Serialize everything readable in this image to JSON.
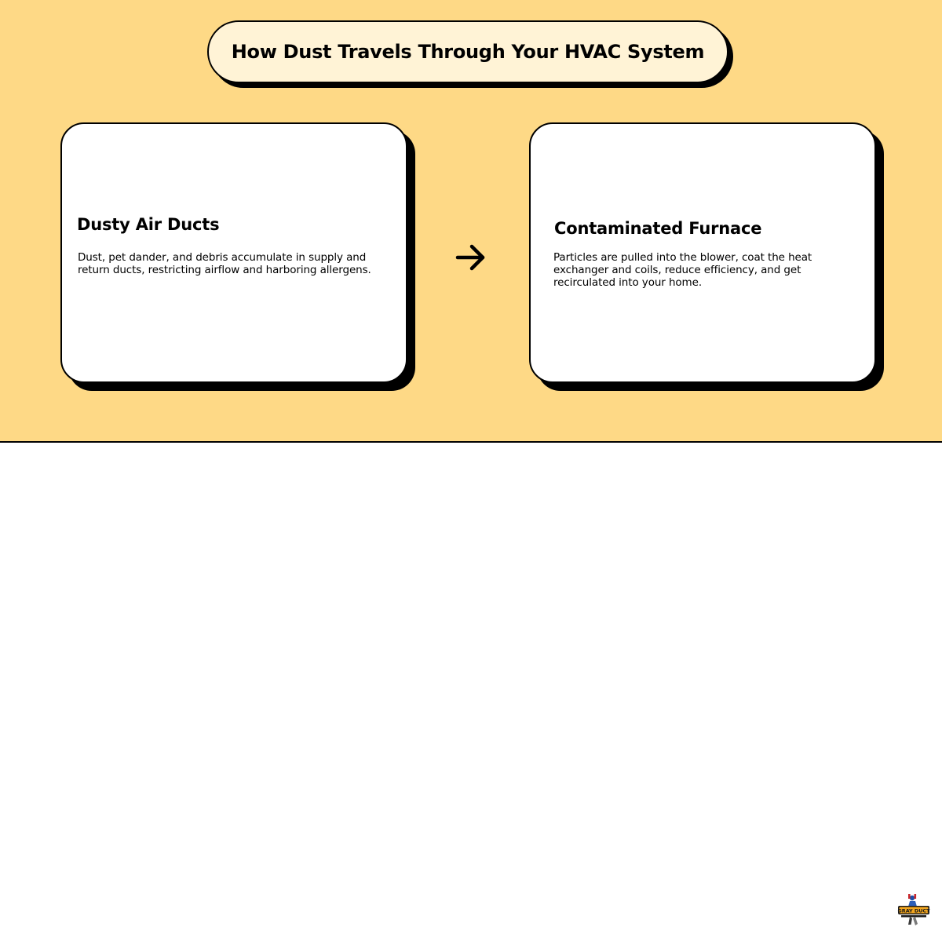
{
  "title": "How Dust Travels Through Your HVAC System",
  "steps": [
    {
      "title": "Dusty Air Ducts",
      "description": "Dust, pet dander, and debris accumulate in supply and return ducts, restricting airflow and harboring allergens."
    },
    {
      "title": "Contaminated Furnace",
      "description": "Particles are pulled into the blower, coat the heat exchanger and coils, reduce efficiency, and get recirculated into your home."
    }
  ],
  "connector_icon": "arrow-right-icon",
  "logo": {
    "text": "GRAY DUCT",
    "icon": "company-logo-icon"
  },
  "colors": {
    "background": "#fed986",
    "title_fill": "#fff3d6",
    "card_fill": "#ffffff",
    "outline": "#000000",
    "footer": "#ffffff"
  }
}
